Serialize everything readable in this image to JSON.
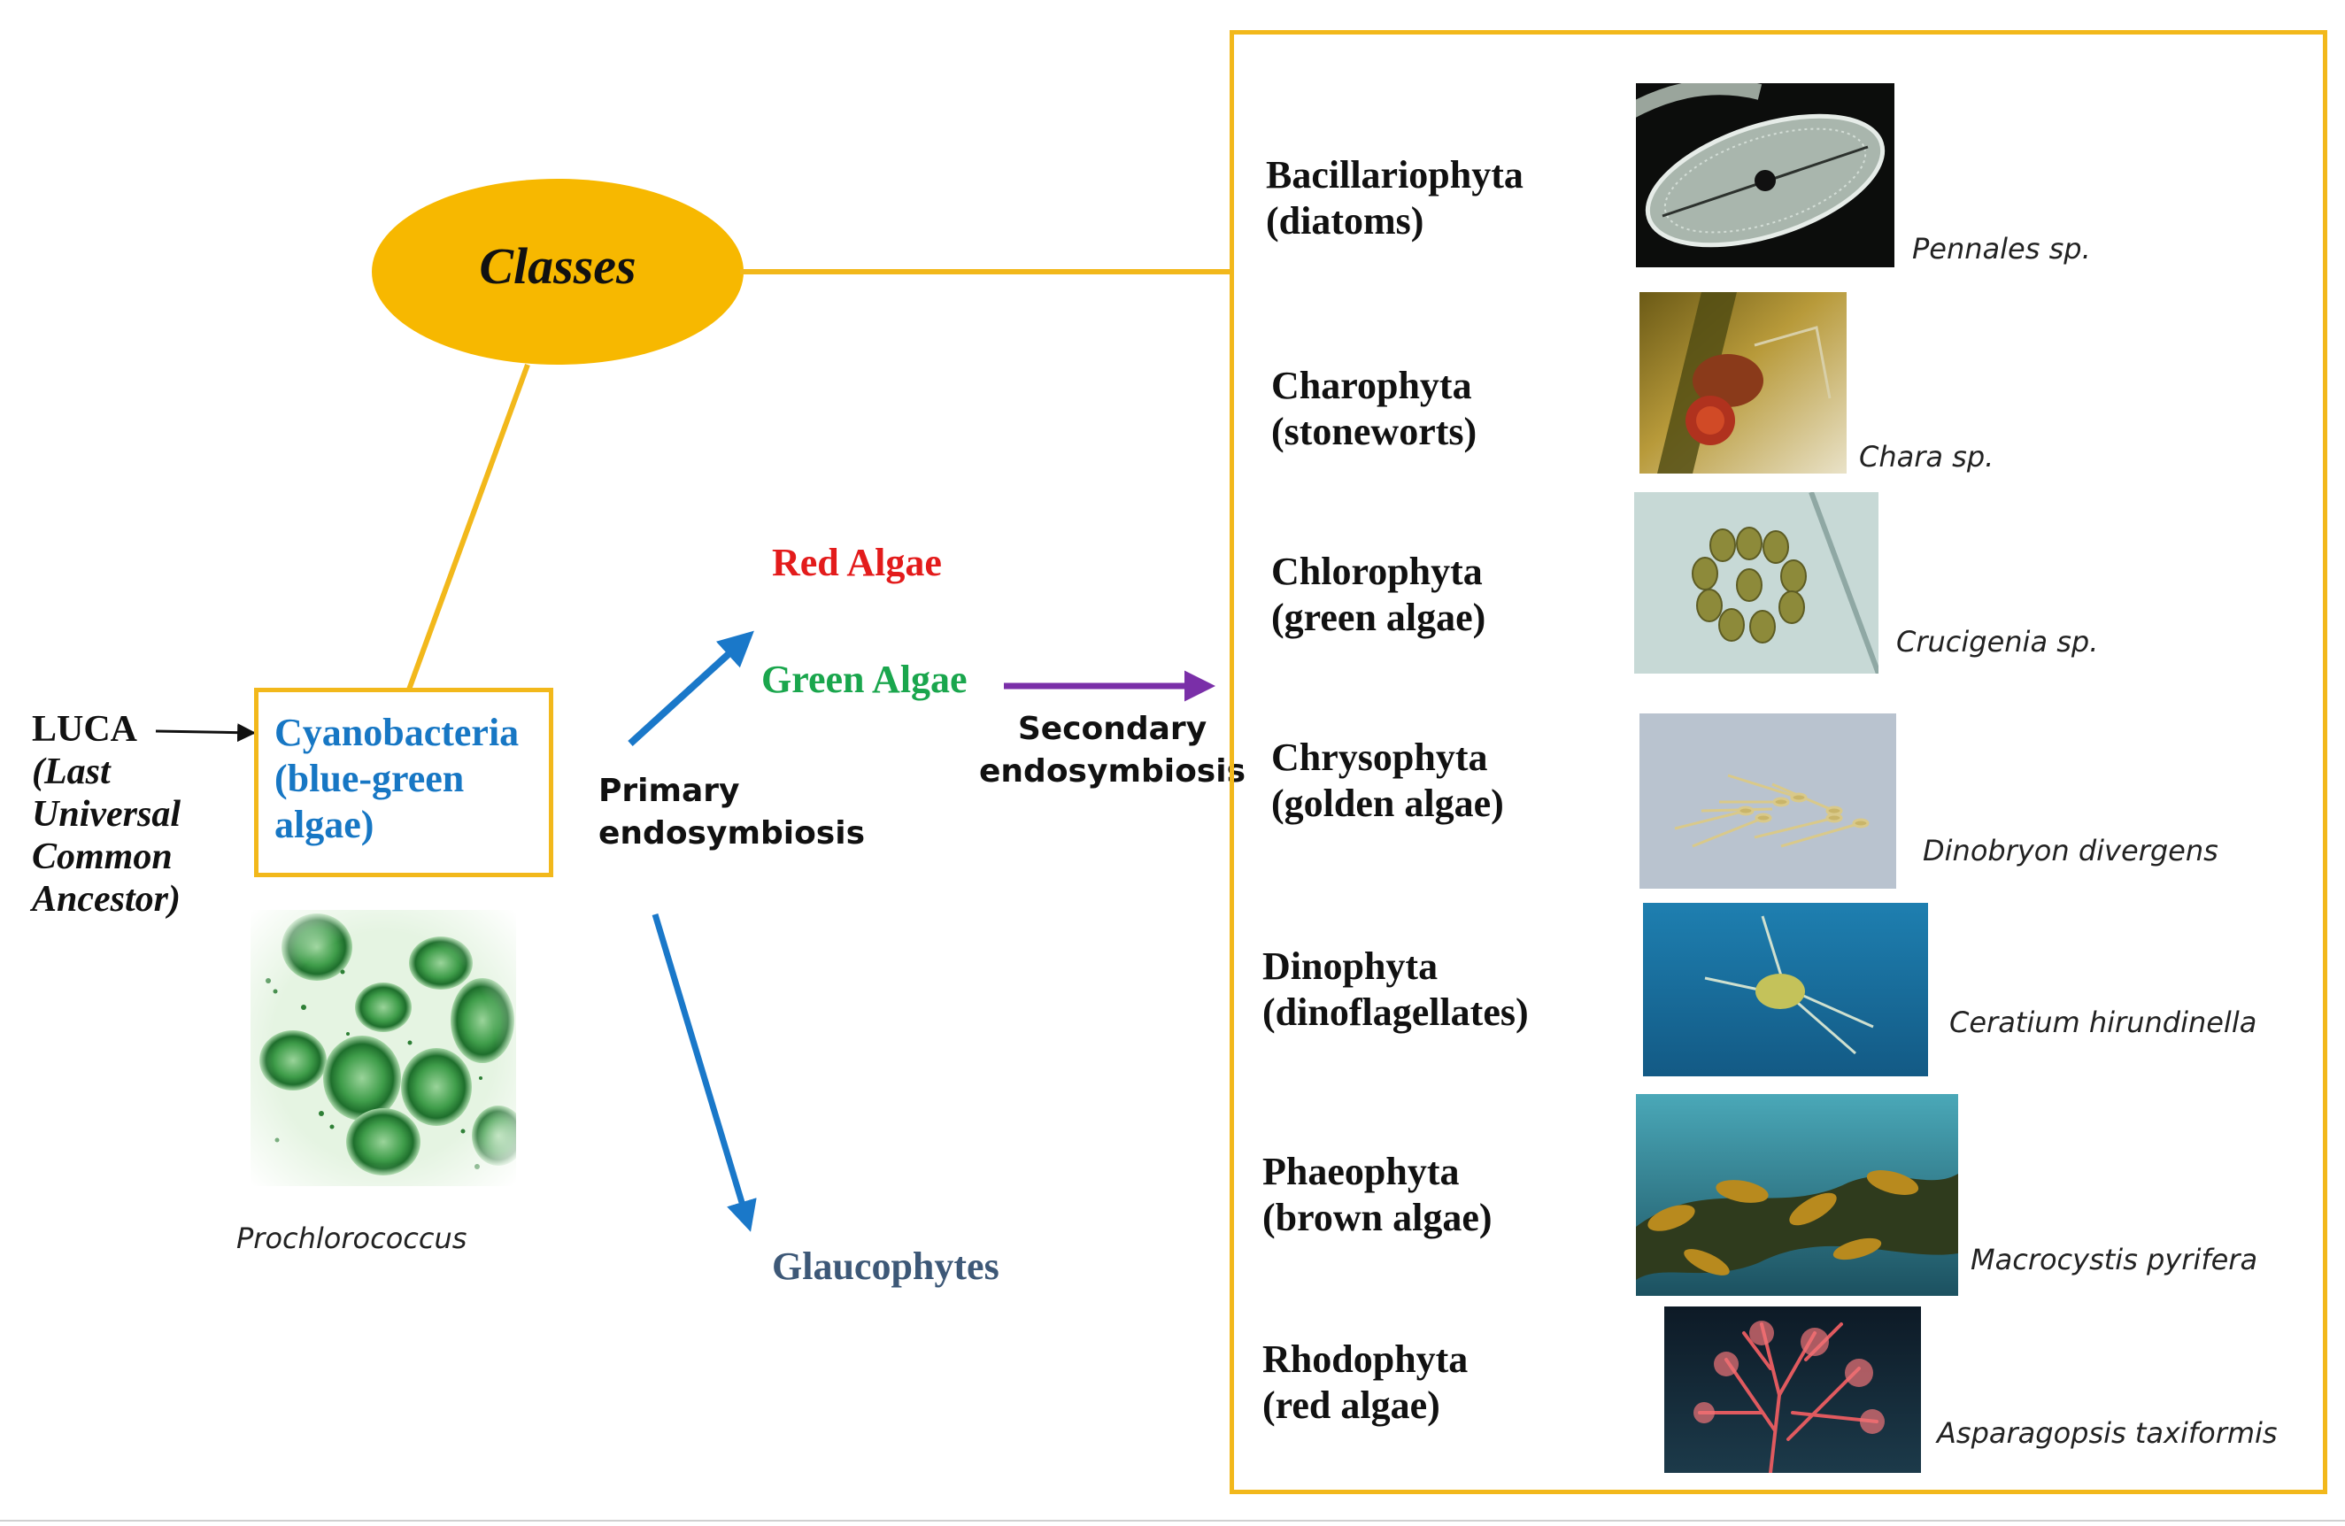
{
  "hub": {
    "label": "Classes"
  },
  "origin": {
    "name": "LUCA",
    "description_lines": [
      "(Last",
      "Universal",
      "Common",
      "Ancestor)"
    ]
  },
  "cyanobacteria": {
    "lines": [
      "Cyanobacteria",
      "(blue-green",
      "algae)"
    ],
    "species": "Prochlorococcus"
  },
  "lineages": {
    "red": "Red Algae",
    "green": "Green Algae",
    "glaucophytes": "Glaucophytes"
  },
  "processes": {
    "primary": [
      "Primary",
      "endosymbiosis"
    ],
    "secondary": [
      "Secondary",
      "endosymbiosis"
    ]
  },
  "classes": [
    {
      "name": "Bacillariophyta",
      "common": "(diatoms)",
      "species": "Pennales sp."
    },
    {
      "name": "Charophyta",
      "common": "(stoneworts)",
      "species": "Chara sp."
    },
    {
      "name": "Chlorophyta",
      "common": "(green algae)",
      "species": "Crucigenia sp."
    },
    {
      "name": "Chrysophyta",
      "common": "(golden algae)",
      "species": "Dinobryon divergens"
    },
    {
      "name": "Dinophyta",
      "common": "(dinoflagellates)",
      "species": "Ceratium hirundinella"
    },
    {
      "name": "Phaeophyta",
      "common": "(brown algae)",
      "species": "Macrocystis pyrifera"
    },
    {
      "name": "Rhodophyta",
      "common": "(red algae)",
      "species": "Asparagopsis taxiformis"
    }
  ],
  "colors": {
    "connector": "#f2b81b",
    "hub_fill": "#f7b800",
    "primary_arrow": "#1a78c9",
    "secondary_arrow": "#7a2fa8",
    "cyano_text": "#1777c4",
    "red_algae": "#e31b1b",
    "green_algae": "#1aa64d",
    "glaucophytes": "#3d5877"
  }
}
